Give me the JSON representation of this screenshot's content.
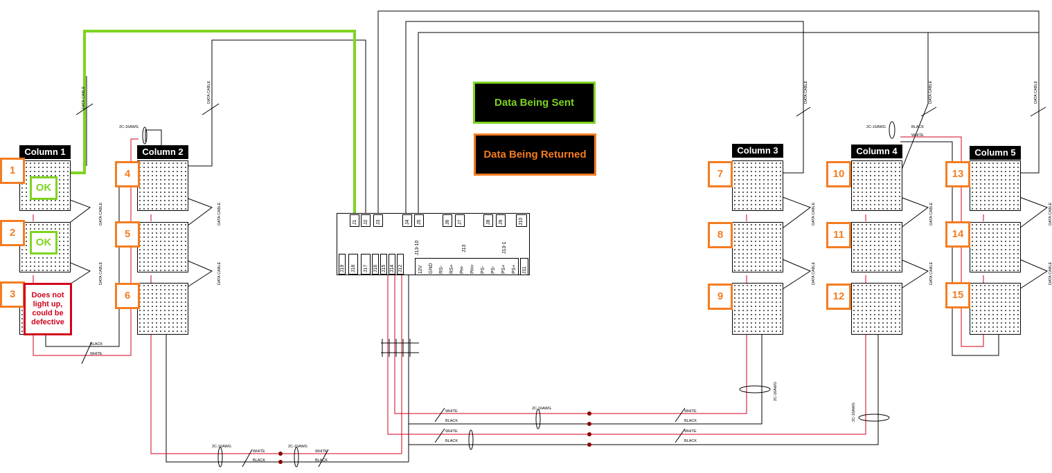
{
  "columns": [
    {
      "label": "Column 1"
    },
    {
      "label": "Column 2"
    },
    {
      "label": "Column 3"
    },
    {
      "label": "Column 4"
    },
    {
      "label": "Column 5"
    }
  ],
  "panels": [
    "1",
    "2",
    "3",
    "4",
    "5",
    "6",
    "7",
    "8",
    "9",
    "10",
    "11",
    "12",
    "13",
    "14",
    "15"
  ],
  "status": {
    "ok_1": "OK",
    "ok_2": "OK",
    "defect_3": "Does not light up, could be defective"
  },
  "legend": {
    "sent": "Data Being Sent",
    "returned": "Data Being Returned",
    "sent_color": "#7ed321",
    "returned_color": "#f47c20",
    "defect_color": "#d0021b"
  },
  "controller": {
    "top_connectors": [
      "J1",
      "J2",
      "J3",
      "J4",
      "J5",
      "J6",
      "J7",
      "J8",
      "J9",
      "J10"
    ],
    "left_connectors": [
      "J19",
      "J18",
      "J17",
      "J16",
      "J15",
      "J14",
      "J12"
    ],
    "group_label_1": "J13-10",
    "group_label_2": "J13",
    "group_label_3": "J13-1",
    "pins": [
      "12V",
      "GND",
      "RS-",
      "RS+",
      "PH-",
      "PH+",
      "PS-",
      "PS-",
      "PS+",
      "PS+"
    ],
    "right_connector": "J11"
  },
  "cable_labels": {
    "data_cable": "DATA CABLE",
    "white": "WHITE",
    "black": "BLACK",
    "power": "2C-16AWG"
  }
}
